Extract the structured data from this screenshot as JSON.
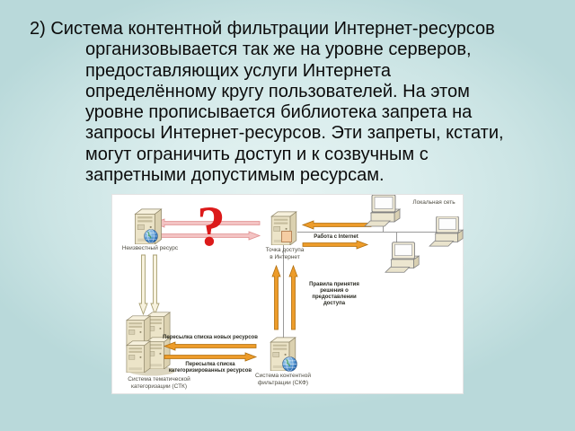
{
  "slide": {
    "paragraph_lines": [
      "2) Система контентной фильтрации Интернет-ресурсов",
      "организовывается так же на уровне серверов,",
      "предоставляющих услуги Интернета",
      "определённому кругу пользователей. На этом",
      "уровне прописывается библиотека запрета на",
      "запросы Интернет-ресурсов. Эти запреты, кстати,",
      "могут ограничить доступ и к созвучным с",
      "запретными допустимым ресурсам."
    ]
  },
  "diagram": {
    "question_mark": "?",
    "colors": {
      "orange_arrow": "#ED9C2A",
      "pink_arrow": "#F3C3C3",
      "cream_arrow": "#F7F2DE",
      "question_red": "#DC1A1A"
    },
    "labels": {
      "unknown_resource": "Неизвестный ресурс",
      "access_point": "Точка доступа\nв Интернет",
      "local_network": "Локальная сеть",
      "work_internet": "Работа с Internet",
      "rules": "Правила принятия\nрешения о\nпредоставлении\nдоступа",
      "send_new": "Пересылка списка новых ресурсов",
      "send_categorized": "Пересылка списка\nкатегоризированных ресурсов",
      "stk": "Система тематической\nкатегоризации (СТК)",
      "skf": "Система контентной\nфильтрации (СКФ)"
    }
  }
}
